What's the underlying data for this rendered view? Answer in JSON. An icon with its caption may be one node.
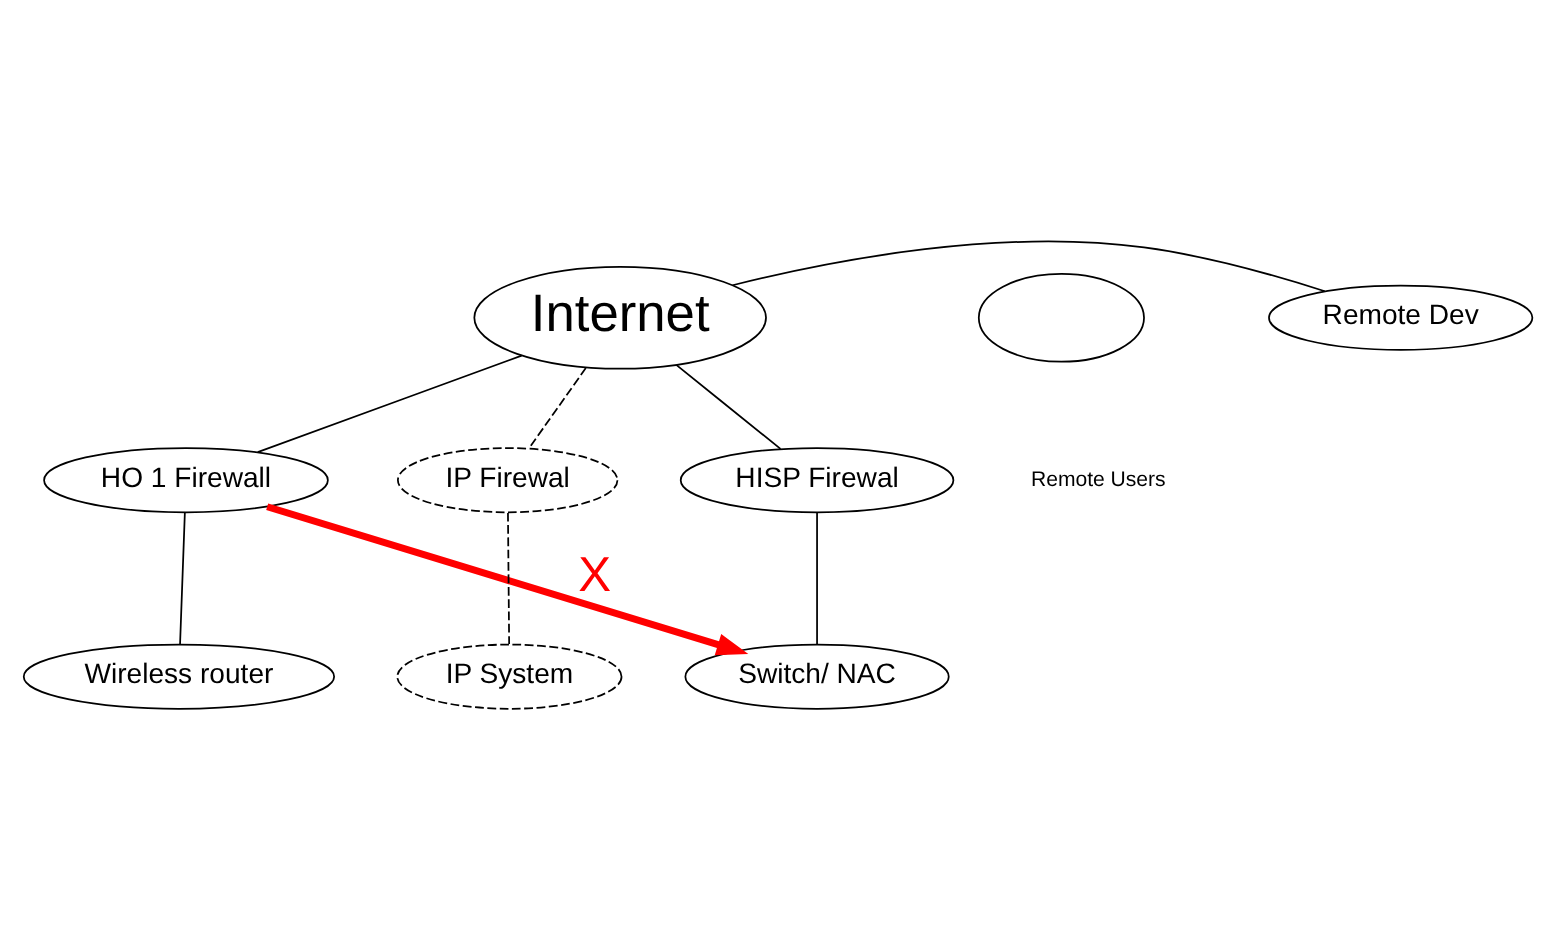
{
  "diagram": {
    "nodes": [
      {
        "text": [
          "Internet"
        ]
      },
      {
        "text": [],
        "shape": "ellipse"
      },
      {
        "text": [
          "Remote Dev"
        ]
      },
      {
        "text": [
          "HO 1 Firewall"
        ]
      },
      {
        "text": [
          "IP Firewal"
        ]
      },
      {
        "text": [
          "HISP Firewal"
        ]
      },
      {
        "text": [
          "Wireless router"
        ]
      },
      {
        "text": [
          "IP System"
        ]
      },
      {
        "text": [
          "Switch/ NAC"
        ]
      }
    ],
    "edges": [
      {
        "from": 0,
        "to": 2,
        "arrow": "none"
      },
      {
        "from": 0,
        "to": 3,
        "arrow": "none"
      },
      {
        "from": 0,
        "to": 4,
        "arrow": "none",
        "style": "dashed"
      },
      {
        "from": 0,
        "to": 5,
        "arrow": "none"
      },
      {
        "from": 3,
        "to": 6,
        "arrow": "none"
      },
      {
        "from": 4,
        "to": 7,
        "arrow": "none",
        "style": "dashed"
      },
      {
        "from": 5,
        "to": 8,
        "arrow": "none"
      },
      {
        "from": 3,
        "to": 8,
        "arrow": "to",
        "style": "thick",
        "color": "#ff0000",
        "label": "X"
      }
    ],
    "labels": [
      "Remote Users"
    ]
  }
}
